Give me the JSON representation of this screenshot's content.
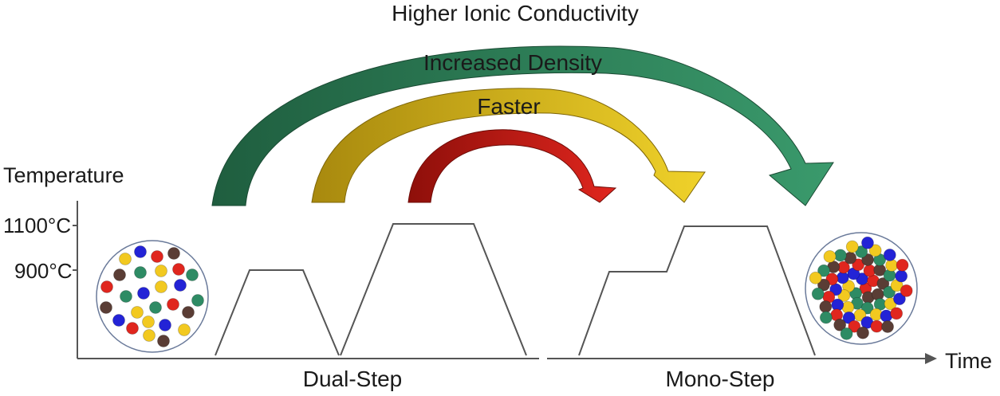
{
  "arrows": [
    {
      "label": "Higher Ionic Conductivity",
      "color": "#2e7d57",
      "color_dark": "#1f5e3f"
    },
    {
      "label": "Increased Density",
      "color": "#e0c21c",
      "color_dark": "#a88b10"
    },
    {
      "label": "Faster",
      "color": "#cc1a12",
      "color_dark": "#8e0f0a"
    }
  ],
  "axes": {
    "y_label": "Temperature",
    "x_label": "Time",
    "ticks": [
      "1100°C",
      "900°C"
    ]
  },
  "processes": {
    "dual": "Dual-Step",
    "mono": "Mono-Step"
  },
  "particle_colors": {
    "blue": "#2323d6",
    "red": "#e0261e",
    "yellow": "#f2c920",
    "green": "#2e8b64",
    "brown": "#5a3d35"
  }
}
